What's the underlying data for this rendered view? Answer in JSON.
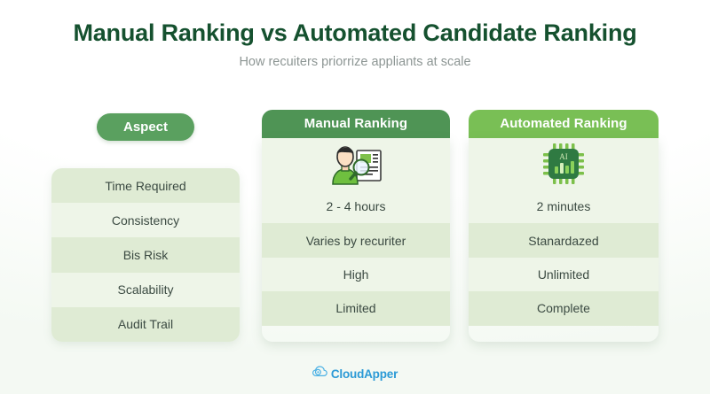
{
  "header": {
    "title": "Manual Ranking vs Automated Candidate Ranking",
    "subtitle": "How recuiters priorrize appliants at scale"
  },
  "colors": {
    "title": "#15512f",
    "aspect_pill": "#5aa05f",
    "manual_header": "#4f9455",
    "automated_header": "#79bf55",
    "row_dark": "#dfebd4",
    "row_light": "#eef5e8",
    "brand_blue": "#2b9ad6"
  },
  "table": {
    "columns": [
      {
        "key": "aspect",
        "label": "Aspect",
        "style": "pill"
      },
      {
        "key": "manual",
        "label": "Manual Ranking",
        "style": "card-dark",
        "icon": "recruiter-magnifier-resume-icon"
      },
      {
        "key": "automated",
        "label": "Automated Ranking",
        "style": "card-light",
        "icon": "ai-chip-icon"
      }
    ],
    "rows": [
      {
        "aspect": "Time Required",
        "manual": "2 - 4 hours",
        "automated": "2 minutes"
      },
      {
        "aspect": "Consistency",
        "manual": "Varies by recuriter",
        "automated": "Stanardazed"
      },
      {
        "aspect": "Bis Risk",
        "manual": "High",
        "automated": "Unlimited"
      },
      {
        "aspect": "Scalability",
        "manual": "Limited",
        "automated": "Complete"
      },
      {
        "aspect": "Audit Trail",
        "manual": "",
        "automated": ""
      }
    ],
    "aspect_labels": [
      "Time Required",
      "Consistency",
      "Bis Risk",
      "Scalability",
      "Audit Trail"
    ],
    "manual_values": [
      "2 - 4 hours",
      "Varies by recuriter",
      "High",
      "Limited"
    ],
    "automated_values": [
      "2 minutes",
      "Stanardazed",
      "Unlimited",
      "Complete"
    ]
  },
  "footer": {
    "brand": "CloudApper",
    "logo_icon": "cloud-icon"
  }
}
